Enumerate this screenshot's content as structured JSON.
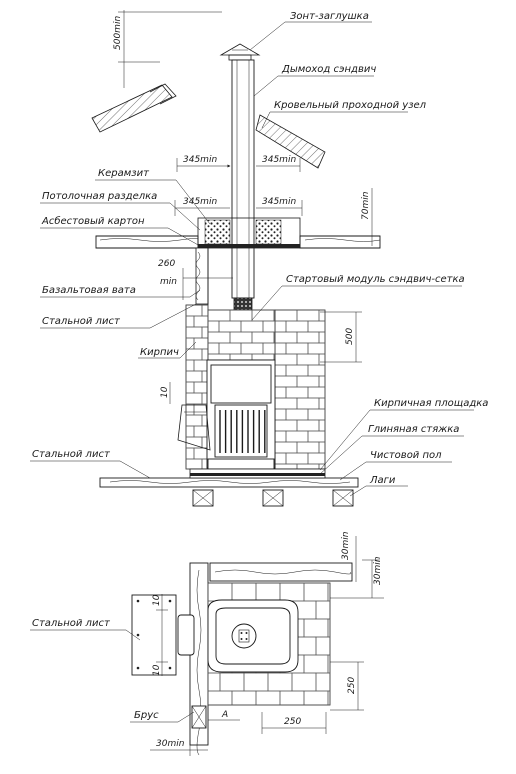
{
  "labels": {
    "cap": "Зонт-заглушка",
    "chimney": "Дымоход сэндвич",
    "roof_unit": "Кровельный проходной узел",
    "keramzit": "Керамзит",
    "ceiling_cut": "Потолочная разделка",
    "asbestos": "Асбестовый картон",
    "basalt": "Базальтовая вата",
    "steel_sheet_side": "Стальной лист",
    "start_module": "Стартовый модуль сэндвич-сетка",
    "brick": "Кирпич",
    "brick_pad": "Кирпичная площадка",
    "clay_screed": "Глиняная стяжка",
    "finish_floor": "Чистовой пол",
    "steel_sheet_floor": "Стальной лист",
    "joists": "Лаги",
    "steel_sheet_plan": "Стальной лист",
    "beam": "Брус"
  },
  "dims": {
    "d500min": "500min",
    "d345a": "345min",
    "d345b": "345min",
    "d345c": "345min",
    "d345d": "345min",
    "d70min": "70min",
    "d260": "260",
    "d260min": "min",
    "d500": "500",
    "d10": "10",
    "d30min_a": "30min",
    "d30min_b": "30min",
    "d10a": "10",
    "d10b": "10",
    "d250v": "250",
    "dA": "A",
    "d250h": "250",
    "d30min_c": "30min"
  }
}
